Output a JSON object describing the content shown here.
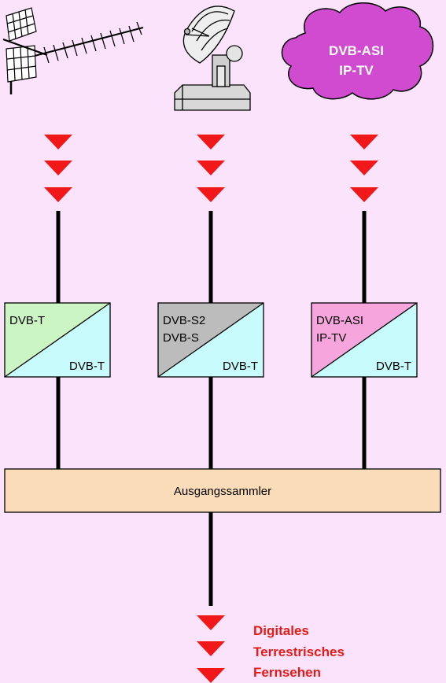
{
  "colors": {
    "background": "#fbe3fc",
    "arrow": "#f01818",
    "line": "#000000",
    "cloud_fill": "#d14bd1",
    "converter_dvbt_upper": "#ccf5c4",
    "converter_dvbs_upper": "#bcbcbc",
    "converter_asi_upper": "#f7a6dd",
    "converter_lower": "#c8fbfb",
    "collector_fill": "#fbdcb8",
    "output_text": "#e41b17"
  },
  "sources": {
    "terrestrial": {
      "icon": "terrestrial-antenna-icon"
    },
    "satellite": {
      "icon": "satellite-dish-icon"
    },
    "network": {
      "icon": "cloud-icon",
      "line1": "DVB-ASI",
      "line2": "IP-TV"
    }
  },
  "converters": {
    "dvbt": {
      "input1": "DVB-T",
      "input2": "",
      "output": "DVB-T"
    },
    "dvbs": {
      "input1": "DVB-S2",
      "input2": "DVB-S",
      "output": "DVB-T"
    },
    "asi": {
      "input1": "DVB-ASI",
      "input2": "IP-TV",
      "output": "DVB-T"
    }
  },
  "collector": {
    "label": "Ausgangssammler"
  },
  "output": {
    "line1": "Digitales",
    "line2": "Terrestrisches",
    "line3": "Fernsehen"
  }
}
